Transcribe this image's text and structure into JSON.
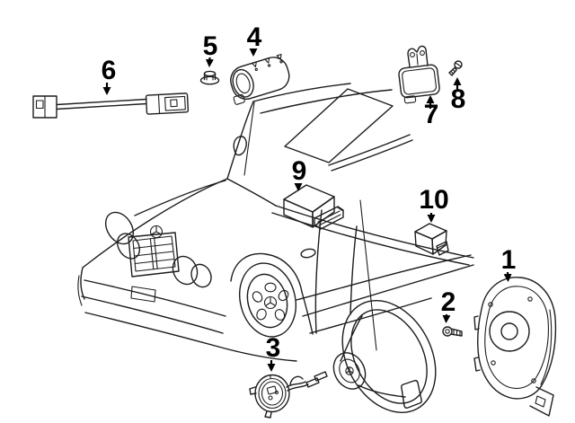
{
  "diagram": {
    "background_color": "#ffffff",
    "line_color": "#1d1d1d",
    "callout_color": "#000000",
    "illustrations": [
      "car-front-three-quarter-view",
      "steering-wheel"
    ],
    "callouts": [
      {
        "number": "1",
        "part": "driver-airbag-module"
      },
      {
        "number": "2",
        "part": "airbag-mounting-bolt"
      },
      {
        "number": "3",
        "part": "clockspring-spiral-cable"
      },
      {
        "number": "4",
        "part": "passenger-airbag-module"
      },
      {
        "number": "5",
        "part": "mounting-nut"
      },
      {
        "number": "6",
        "part": "airbag-connector-cable"
      },
      {
        "number": "7",
        "part": "impact-sensor-with-bracket"
      },
      {
        "number": "8",
        "part": "sensor-screw"
      },
      {
        "number": "9",
        "part": "airbag-control-module"
      },
      {
        "number": "10",
        "part": "side-impact-sensor"
      }
    ]
  }
}
